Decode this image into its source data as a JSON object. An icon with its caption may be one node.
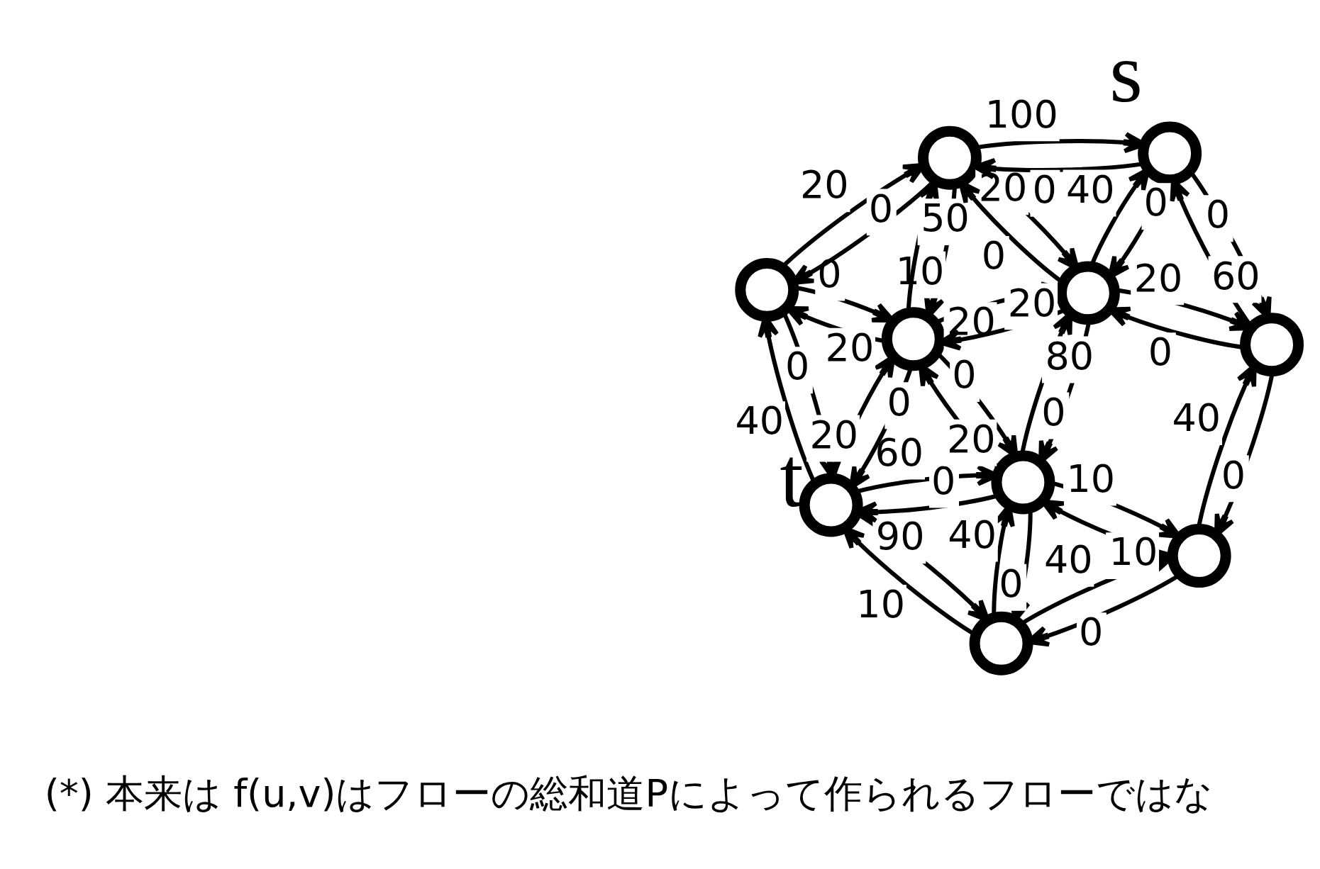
{
  "diagram": {
    "nodes": [
      {
        "text": [],
        "shape": "circle"
      },
      {
        "text": [],
        "shape": "circle"
      },
      {
        "text": [],
        "shape": "circle",
        "beside": [
          "t"
        ]
      },
      {
        "text": [],
        "shape": "circle"
      },
      {
        "text": [],
        "shape": "circle",
        "beside": [
          "s"
        ]
      },
      {
        "text": [],
        "shape": "circle"
      },
      {
        "text": [],
        "shape": "circle"
      },
      {
        "text": [],
        "shape": "circle"
      },
      {
        "text": [],
        "shape": "circle"
      },
      {
        "text": [],
        "shape": "circle"
      }
    ],
    "edges": [
      {
        "from": 1,
        "to": 0,
        "arrow": "to",
        "label": "0"
      },
      {
        "from": 0,
        "to": 1,
        "arrow": "to",
        "label": "20"
      },
      {
        "from": 0,
        "to": 2,
        "arrow": "to",
        "label": "0"
      },
      {
        "from": 2,
        "to": 0,
        "arrow": "to",
        "label": "40"
      },
      {
        "from": 3,
        "to": 0,
        "arrow": "to",
        "label": "20"
      },
      {
        "from": 0,
        "to": 3,
        "arrow": "to",
        "label": "0"
      },
      {
        "from": 1,
        "to": 3,
        "arrow": "to",
        "label": "10"
      },
      {
        "from": 3,
        "to": 1,
        "arrow": "to",
        "label": "50"
      },
      {
        "from": 2,
        "to": 3,
        "arrow": "to",
        "label": "20"
      },
      {
        "from": 3,
        "to": 2,
        "arrow": "to",
        "label": "0"
      },
      {
        "from": 4,
        "to": 1,
        "arrow": "to",
        "label": "0"
      },
      {
        "from": 1,
        "to": 4,
        "arrow": "to",
        "label": "100"
      },
      {
        "from": 1,
        "to": 5,
        "arrow": "to",
        "label": "20"
      },
      {
        "from": 5,
        "to": 1,
        "arrow": "to",
        "label": "0"
      },
      {
        "from": 3,
        "to": 5,
        "arrow": "to",
        "label": "20"
      },
      {
        "from": 5,
        "to": 3,
        "arrow": "to",
        "label": "20"
      },
      {
        "from": 6,
        "to": 3,
        "arrow": "to",
        "label": "20"
      },
      {
        "from": 3,
        "to": 6,
        "arrow": "to",
        "label": "0"
      },
      {
        "from": 2,
        "to": 6,
        "arrow": "to",
        "label": "60"
      },
      {
        "from": 6,
        "to": 2,
        "arrow": "to",
        "label": "0"
      },
      {
        "from": 5,
        "to": 4,
        "arrow": "to",
        "label": "40"
      },
      {
        "from": 4,
        "to": 5,
        "arrow": "to",
        "label": "0"
      },
      {
        "from": 5,
        "to": 6,
        "arrow": "to",
        "label": "0"
      },
      {
        "from": 6,
        "to": 5,
        "arrow": "to",
        "label": "80"
      },
      {
        "from": 2,
        "to": 7,
        "arrow": "to",
        "label": "90"
      },
      {
        "from": 7,
        "to": 2,
        "arrow": "to",
        "label": "10"
      },
      {
        "from": 6,
        "to": 7,
        "arrow": "to",
        "label": "0"
      },
      {
        "from": 7,
        "to": 6,
        "arrow": "to",
        "label": "40"
      },
      {
        "from": 4,
        "to": 8,
        "arrow": "to",
        "label": "0"
      },
      {
        "from": 8,
        "to": 4,
        "arrow": "to",
        "label": "60"
      },
      {
        "from": 8,
        "to": 5,
        "arrow": "to",
        "label": "0"
      },
      {
        "from": 5,
        "to": 8,
        "arrow": "to",
        "label": "20"
      },
      {
        "from": 9,
        "to": 6,
        "arrow": "to",
        "label": "10"
      },
      {
        "from": 6,
        "to": 9,
        "arrow": "to",
        "label": "10"
      },
      {
        "from": 8,
        "to": 9,
        "arrow": "to",
        "label": "0"
      },
      {
        "from": 9,
        "to": 8,
        "arrow": "to",
        "label": "40"
      },
      {
        "from": 9,
        "to": 7,
        "arrow": "to",
        "label": "0"
      },
      {
        "from": 7,
        "to": 9,
        "arrow": "to",
        "label": "40"
      }
    ],
    "labels": [
      "(*) 本来は f(u,v)はフローの総和道Pによって作られるフローではな"
    ]
  }
}
